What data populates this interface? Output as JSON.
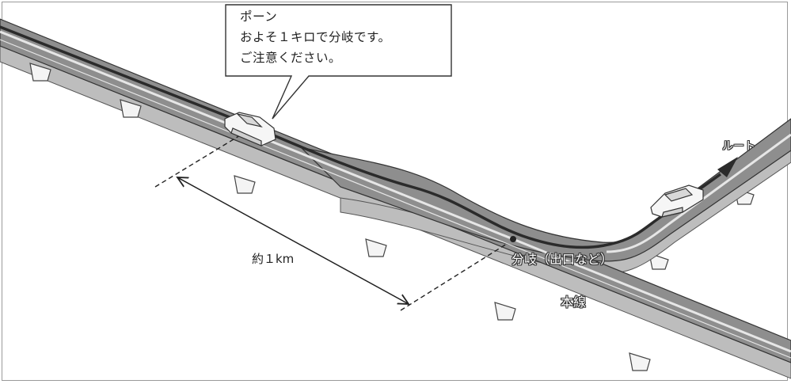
{
  "callout": {
    "line1": "ポーン",
    "line2": "およそ１キロで分岐です。",
    "line3": "ご注意ください。"
  },
  "labels": {
    "route": "ルート",
    "distance": "約１km",
    "junction": "分岐（出口など）",
    "mainline": "本線"
  },
  "colors": {
    "road": "#8e8e8e",
    "road_edge": "#e2e2e2",
    "route_line": "#2b2b2b",
    "outline": "#333333"
  }
}
